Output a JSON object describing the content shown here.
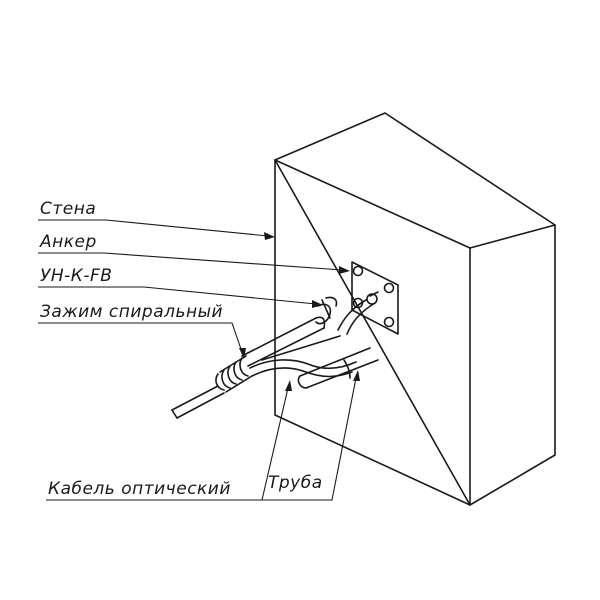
{
  "labels": {
    "wall": "Стена",
    "anchor": "Анкер",
    "fitting": "УН-К-FB",
    "spiral_clamp": "Зажим спиральный",
    "optical_cable": "Кабель оптический",
    "pipe": "Труба"
  },
  "colors": {
    "line": "#1a1a1a",
    "background": "#ffffff"
  }
}
